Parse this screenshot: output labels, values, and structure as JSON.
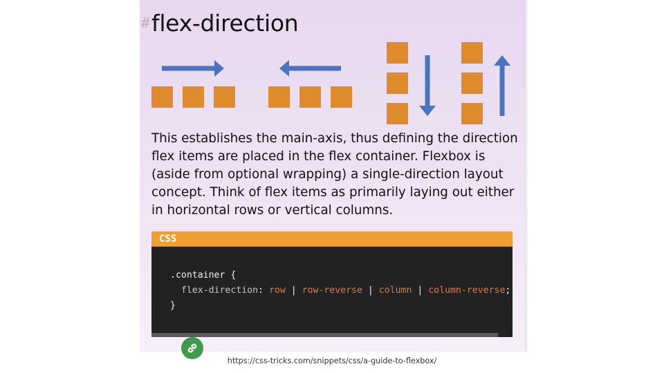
{
  "title": "flex-direction",
  "heading_marker": "#",
  "icons": {
    "arrow_right": "arrow-right-icon",
    "arrow_left": "arrow-left-icon",
    "arrow_down": "arrow-down-icon",
    "arrow_up": "arrow-up-icon",
    "link": "link-icon"
  },
  "colors": {
    "box": "#e08a2e",
    "arrow": "#4a74c0",
    "code_header": "#f0a031",
    "code_bg": "#222222",
    "code_value": "#e27b3d",
    "link_badge": "#3f9a4a"
  },
  "description": [
    "This establishes the main-axis, thus defining the direction",
    "flex items are placed in the flex container. Flexbox is",
    "(aside from optional wrapping) a single-direction layout",
    "concept. Think of flex items as primarily laying out either",
    "in horizontal rows or vertical columns."
  ],
  "code": {
    "label": "CSS",
    "selector": ".container {",
    "property": "flex-direction",
    "colon": ": ",
    "values": [
      "row",
      "row-reverse",
      "column",
      "column-reverse"
    ],
    "separator": " | ",
    "terminator": ";",
    "close": "}"
  },
  "caption": "https://css-tricks.com/snippets/css/a-guide-to-flexbox/"
}
